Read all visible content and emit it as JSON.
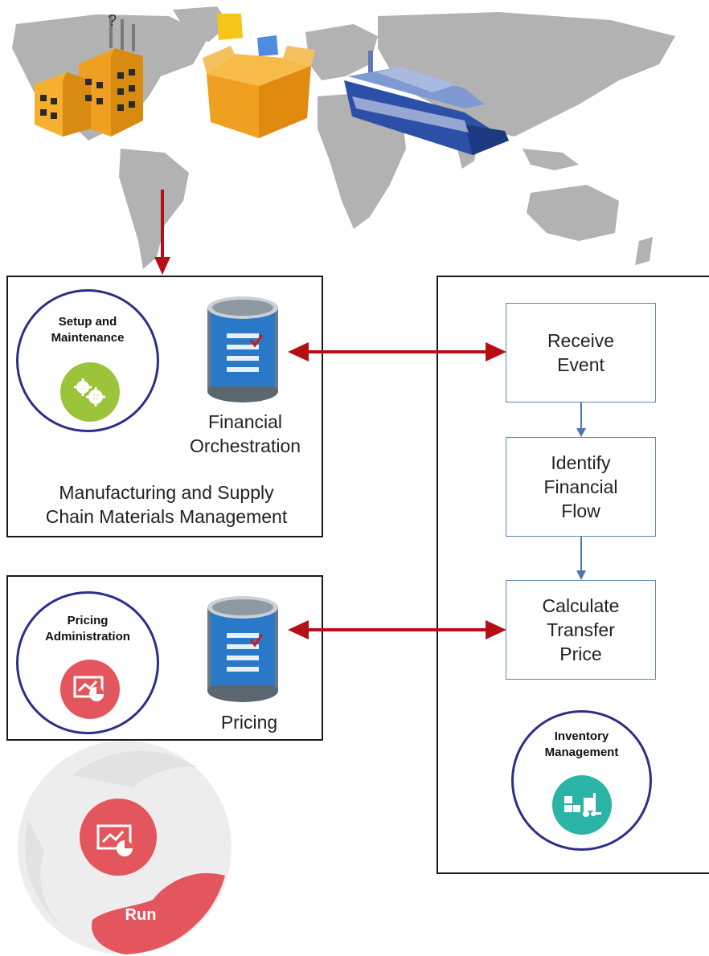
{
  "colors": {
    "box_border": "#1a1a1a",
    "step_border": "#5b87b6",
    "ring_border": "#2e2e8a",
    "connector_red": "#b50f16",
    "connector_blue": "#4a78aa",
    "setup_green": "#9bc43b",
    "pricing_red": "#e4565e",
    "inventory_teal": "#2bb3a5",
    "map_gray": "#a9a9a9"
  },
  "icons": {
    "factory": "factory-icon",
    "box": "shipping-box-icon",
    "ship": "cargo-ship-icon",
    "database": "database-icon",
    "gears": "gears-icon",
    "price_chart": "price-chart-icon",
    "forklift": "forklift-icon"
  },
  "top_left_box": {
    "setup_title": "Setup and\nMaintenance",
    "db_label": "Financial\nOrchestration",
    "footer": "Manufacturing  and Supply\nChain Materials  Management"
  },
  "mid_left_box": {
    "pricing_admin_title": "Pricing\nAdministration",
    "db_label": "Pricing"
  },
  "flow": {
    "steps": [
      "Receive\nEvent",
      "Identify\nFinancial\nFlow",
      "Calculate\nTransfer\nPrice"
    ],
    "inventory_title": "Inventory\nManagement"
  },
  "run_badge": {
    "label": "Run"
  }
}
